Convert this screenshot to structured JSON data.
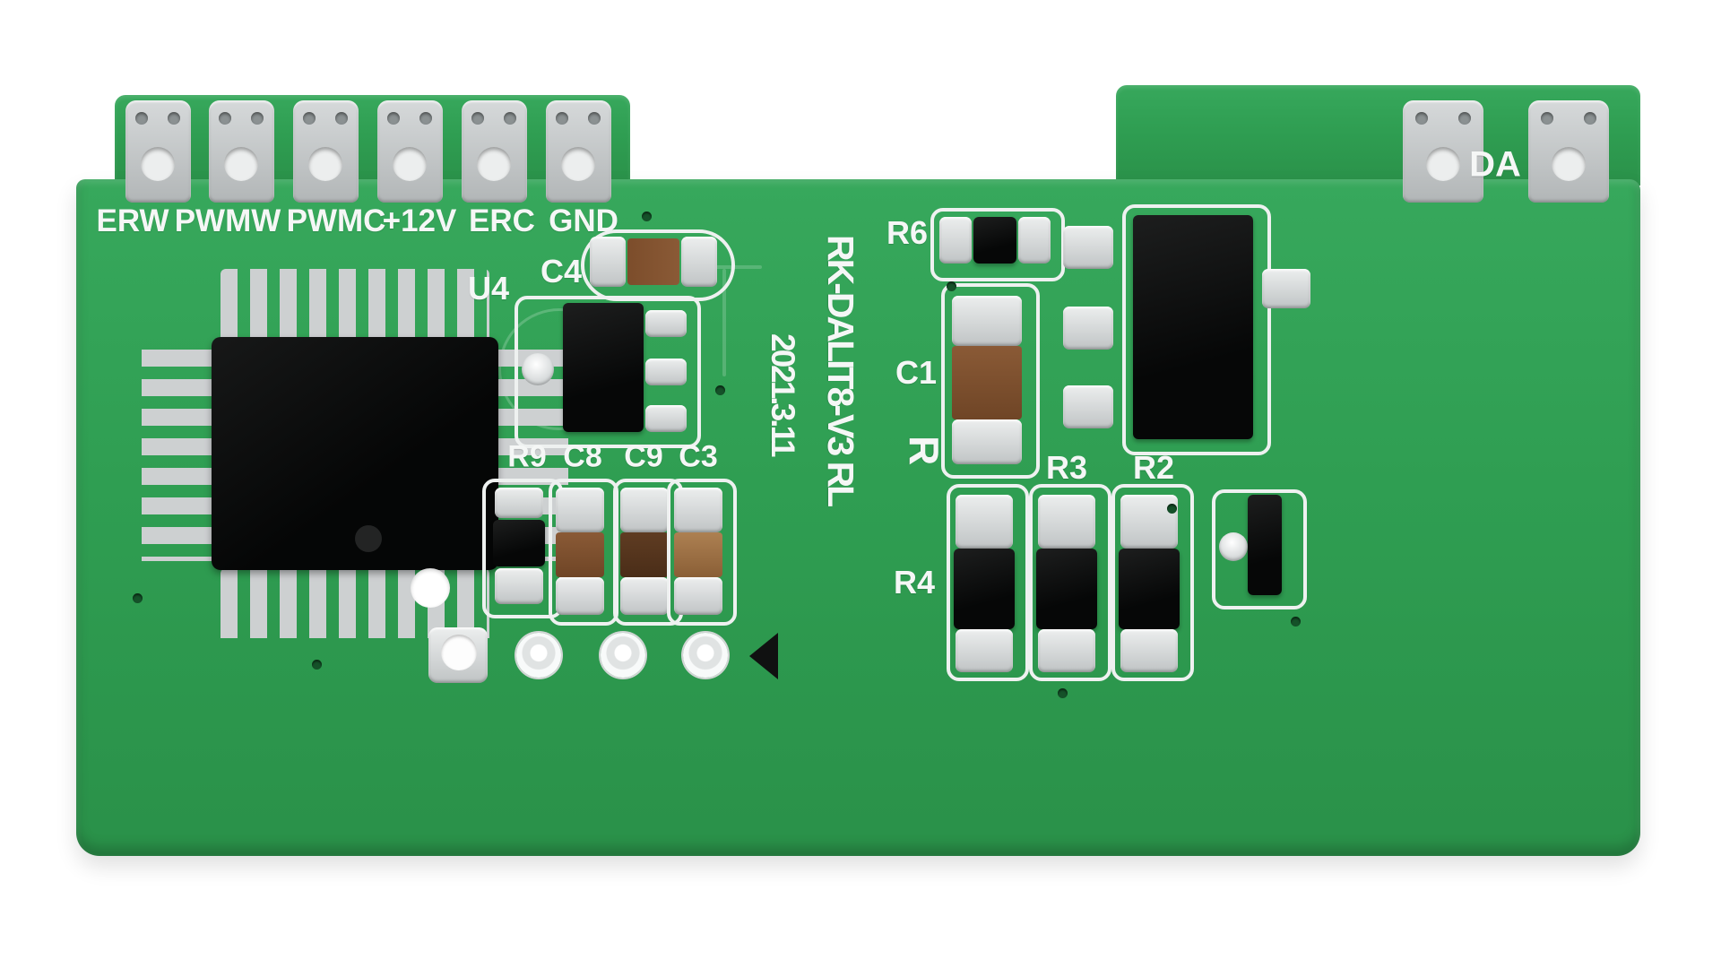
{
  "board": {
    "connector_labels_left": [
      "ERW",
      "PWMW",
      "PWMC",
      "+12V",
      "ERC",
      "GND"
    ],
    "connector_label_right": "DA",
    "vertical_model": "RK-DALIT8-V3 RL",
    "vertical_date": "2021.3.11",
    "refs": {
      "u4": "U4",
      "c4": "C4",
      "r9": "R9",
      "c8": "C8",
      "c9": "C9",
      "c3": "C3",
      "r6": "R6",
      "c1": "C1",
      "r": "R",
      "r3": "R3",
      "r2": "R2",
      "r4": "R4"
    },
    "colors": {
      "pcb_green": "#2f9e52",
      "silkscreen_white": "#f5f7f6",
      "pad_silver": "#c3c7c8",
      "component_black": "#0e0f0f",
      "capacitor_brown": "#84552f"
    }
  }
}
